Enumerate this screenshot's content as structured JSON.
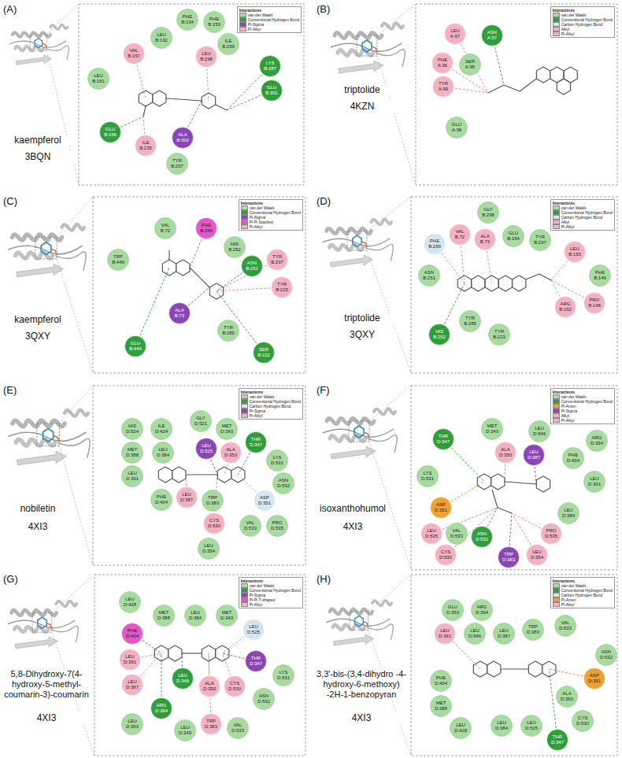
{
  "diagram": {
    "nodes": [
      {
        "text": [
          "LEU B:132"
        ]
      },
      {
        "text": [
          "PHE B:134"
        ]
      },
      {
        "text": [
          "PHE B:153"
        ]
      },
      {
        "text": [
          "ILE B:259"
        ]
      },
      {
        "text": [
          "VAL B:157"
        ]
      },
      {
        "text": [
          "LEU B:298"
        ]
      },
      {
        "text": [
          "LEU B:161"
        ]
      },
      {
        "text": [
          "LYS B:287"
        ]
      },
      {
        "text": [
          "GLU B:301"
        ]
      },
      {
        "text": [
          "GLU B:156"
        ]
      },
      {
        "text": [
          "ILE B:235"
        ]
      },
      {
        "text": [
          "ALA B:302"
        ]
      },
      {
        "text": [
          "TYR B:257"
        ]
      },
      {
        "text": [
          "LEU A:97"
        ]
      },
      {
        "text": [
          "ASN A:57"
        ]
      },
      {
        "text": [
          "PHE A:96"
        ]
      },
      {
        "text": [
          "SER A:95"
        ]
      },
      {
        "text": [
          "TYR A:99"
        ]
      },
      {
        "text": [
          "GLU A:38"
        ]
      },
      {
        "text": [
          "VAL B:72"
        ]
      },
      {
        "text": [
          "PHE B:299"
        ]
      },
      {
        "text": [
          "HIS B:252"
        ]
      },
      {
        "text": [
          "TRP B:449"
        ]
      },
      {
        "text": [
          "ASN B:251"
        ]
      },
      {
        "text": [
          "TYR B:297"
        ]
      },
      {
        "text": [
          "TYR B:223"
        ]
      },
      {
        "text": [
          "ALA B:73"
        ]
      },
      {
        "text": [
          "TYR B:285"
        ]
      },
      {
        "text": [
          "GLU B:444"
        ]
      },
      {
        "text": [
          "SER B:222"
        ]
      },
      {
        "text": [
          "GLY B:298"
        ]
      },
      {
        "text": [
          "PHE B:299"
        ]
      },
      {
        "text": [
          "VAL B:72"
        ]
      },
      {
        "text": [
          "ALA B:73"
        ]
      },
      {
        "text": [
          "GLU B:154"
        ]
      },
      {
        "text": [
          "TYR B:297"
        ]
      },
      {
        "text": [
          "LEU B:153"
        ]
      },
      {
        "text": [
          "PHE B:149"
        ]
      },
      {
        "text": [
          "ASN B:251"
        ]
      },
      {
        "text": [
          "PRO B:148"
        ]
      },
      {
        "text": [
          "ARG B:152"
        ]
      },
      {
        "text": [
          "TYR B:285"
        ]
      },
      {
        "text": [
          "TYR B:223"
        ]
      },
      {
        "text": [
          "HIS B:252"
        ]
      },
      {
        "text": [
          "HIS D:524"
        ]
      },
      {
        "text": [
          "ILE D:424"
        ]
      },
      {
        "text": [
          "GLY D:521"
        ]
      },
      {
        "text": [
          "MET D:343"
        ]
      },
      {
        "text": [
          "MET D:388"
        ]
      },
      {
        "text": [
          "LEU D:384"
        ]
      },
      {
        "text": [
          "LEU D:525"
        ]
      },
      {
        "text": [
          "ALA D:350"
        ]
      },
      {
        "text": [
          "THR D:347"
        ]
      },
      {
        "text": [
          "LEU D:391"
        ]
      },
      {
        "text": [
          "LYS D:531"
        ]
      },
      {
        "text": [
          "ASN D:532"
        ]
      },
      {
        "text": [
          "ASP D:351"
        ]
      },
      {
        "text": [
          "PHE D:404"
        ]
      },
      {
        "text": [
          "LEU D:387"
        ]
      },
      {
        "text": [
          "TRP D:383"
        ]
      },
      {
        "text": [
          "CYS D:530"
        ]
      },
      {
        "text": [
          "PRO D:535"
        ]
      },
      {
        "text": [
          "VAL D:533"
        ]
      },
      {
        "text": [
          "LEU D:354"
        ]
      },
      {
        "text": [
          "MET D:343"
        ]
      },
      {
        "text": [
          "LEU D:546"
        ]
      },
      {
        "text": [
          "ARG D:394"
        ]
      },
      {
        "text": [
          "THR D:347"
        ]
      },
      {
        "text": [
          "ALA D:350"
        ]
      },
      {
        "text": [
          "LEU D:387"
        ]
      },
      {
        "text": [
          "PHE D:404"
        ]
      },
      {
        "text": [
          "LEU D:391"
        ]
      },
      {
        "text": [
          "LYS D:531"
        ]
      },
      {
        "text": [
          "LEU D:384"
        ]
      },
      {
        "text": [
          "ASP D:351"
        ]
      },
      {
        "text": [
          "LEU D:525"
        ]
      },
      {
        "text": [
          "VAL D:533"
        ]
      },
      {
        "text": [
          "CYS D:530"
        ]
      },
      {
        "text": [
          "ASN D:532"
        ]
      },
      {
        "text": [
          "PRO D:535"
        ]
      },
      {
        "text": [
          "LEU D:354"
        ]
      },
      {
        "text": [
          "TRP D:383"
        ]
      },
      {
        "text": [
          "LEU D:428"
        ]
      },
      {
        "text": [
          "MET D:388"
        ]
      },
      {
        "text": [
          "LEU D:384"
        ]
      },
      {
        "text": [
          "MET D:343"
        ]
      },
      {
        "text": [
          "LEU D:525"
        ]
      },
      {
        "text": [
          "PHE D:404"
        ]
      },
      {
        "text": [
          "LEU D:391"
        ]
      },
      {
        "text": [
          "LEU D:387"
        ]
      },
      {
        "text": [
          "THR D:347"
        ]
      },
      {
        "text": [
          "LYS D:531"
        ]
      },
      {
        "text": [
          "LEU D:346"
        ]
      },
      {
        "text": [
          "ALA D:350"
        ]
      },
      {
        "text": [
          "CYS D:530"
        ]
      },
      {
        "text": [
          "ASN D:532"
        ]
      },
      {
        "text": [
          "LEU D:353"
        ]
      },
      {
        "text": [
          "ARG D:394"
        ]
      },
      {
        "text": [
          "LEU D:349"
        ]
      },
      {
        "text": [
          "TRP D:383"
        ]
      },
      {
        "text": [
          "VAL D:533"
        ]
      },
      {
        "text": [
          "GLU D:353"
        ]
      },
      {
        "text": [
          "ARG D:394"
        ]
      },
      {
        "text": [
          "LEU D:391"
        ]
      },
      {
        "text": [
          "LEU D:546"
        ]
      },
      {
        "text": [
          "LEU D:387"
        ]
      },
      {
        "text": [
          "TRP D:383"
        ]
      },
      {
        "text": [
          "VAL D:533"
        ]
      },
      {
        "text": [
          "ASN D:532"
        ]
      },
      {
        "text": [
          "ASP D:351"
        ]
      },
      {
        "text": [
          "PHE D:404"
        ]
      },
      {
        "text": [
          "ALA D:350"
        ]
      },
      {
        "text": [
          "MET D:388"
        ]
      },
      {
        "text": [
          "CYS D:530"
        ]
      },
      {
        "text": [
          "LEU D:428"
        ]
      },
      {
        "text": [
          "LEU D:384"
        ]
      },
      {
        "text": [
          "LEU D:525"
        ]
      },
      {
        "text": [
          "THR D:347"
        ]
      }
    ],
    "labels": [
      "(A)",
      "kaempferol",
      "3BQN",
      "Interactions",
      "(B)",
      "triptolide",
      "4KZN",
      "Interactions",
      "(C)",
      "kaempferol",
      "3QXY",
      "Interactions",
      "(D)",
      "triptolide",
      "3QXY",
      "Interactions",
      "(E)",
      "nobiletin",
      "4XI3",
      "Interactions",
      "(F)",
      "isoxanthohumol",
      "4XI3",
      "Interactions",
      "(G)",
      "5,8-Dihydroxy-7(4- hydroxy-5-methyl- coumarin-3)-coumarin",
      "4XI3",
      "Interactions",
      "(H)",
      "3,3'-bis-(3,4-dihydro -4-hydroxy-6-methoxy) -2H-1-benzopyran",
      "4XI3",
      "Interactions"
    ],
    "legend": [
      {
        "text": "van der Waals",
        "color": "#a8dba0"
      },
      {
        "text": "Conventional Hydrogen Bond",
        "color": "#2f9e3b"
      },
      {
        "text": "Pi-Sigma",
        "color": "#8b45b5"
      },
      {
        "text": "Pi-Alkyl",
        "color": "#f3b2c4"
      },
      {
        "text": "van der Waals",
        "color": "#a8dba0"
      },
      {
        "text": "Conventional Hydrogen Bond",
        "color": "#2f9e3b"
      },
      {
        "text": "Carbon Hydrogen Bond",
        "color": "#d4e6f3"
      },
      {
        "text": "Alkyl",
        "color": "#f3b2c4"
      },
      {
        "text": "Pi-Alkyl",
        "color": "#f3b2c4"
      },
      {
        "text": "van der Waals",
        "color": "#a8dba0"
      },
      {
        "text": "Conventional Hydrogen Bond",
        "color": "#2f9e3b"
      },
      {
        "text": "Pi-Sigma",
        "color": "#8b45b5"
      },
      {
        "text": "Pi-Pi Stacked",
        "color": "#e257c9"
      },
      {
        "text": "Pi-Alkyl",
        "color": "#f3b2c4"
      },
      {
        "text": "van der Waals",
        "color": "#a8dba0"
      },
      {
        "text": "Conventional Hydrogen Bond",
        "color": "#2f9e3b"
      },
      {
        "text": "Carbon Hydrogen Bond",
        "color": "#d4e6f3"
      },
      {
        "text": "Alkyl",
        "color": "#f3b2c4"
      },
      {
        "text": "Pi-Alkyl",
        "color": "#f3b2c4"
      },
      {
        "text": "van der Waals",
        "color": "#a8dba0"
      },
      {
        "text": "Conventional Hydrogen Bond",
        "color": "#2f9e3b"
      },
      {
        "text": "Carbon Hydrogen Bond",
        "color": "#d4e6f3"
      },
      {
        "text": "Pi-Sigma",
        "color": "#8b45b5"
      },
      {
        "text": "Pi-Alkyl",
        "color": "#f3b2c4"
      },
      {
        "text": "van der Waals",
        "color": "#a8dba0"
      },
      {
        "text": "Conventional Hydrogen Bond",
        "color": "#2f9e3b"
      },
      {
        "text": "Pi-Anion",
        "color": "#f0a030"
      },
      {
        "text": "Pi-Sigma",
        "color": "#8b45b5"
      },
      {
        "text": "Alkyl",
        "color": "#f3b2c4"
      },
      {
        "text": "Pi-Alkyl",
        "color": "#f3b2c4"
      },
      {
        "text": "van der Waals",
        "color": "#a8dba0"
      },
      {
        "text": "Conventional Hydrogen Bond",
        "color": "#2f9e3b"
      },
      {
        "text": "Pi-Sigma",
        "color": "#8b45b5"
      },
      {
        "text": "Pi-Pi T-shaped",
        "color": "#e257c9"
      },
      {
        "text": "Pi-Alkyl",
        "color": "#f3b2c4"
      },
      {
        "text": "van der Waals",
        "color": "#a8dba0"
      },
      {
        "text": "Conventional Hydrogen Bond",
        "color": "#2f9e3b"
      },
      {
        "text": "Carbon Hydrogen Bond",
        "color": "#d4e6f3"
      },
      {
        "text": "Pi-Anion",
        "color": "#f0a030"
      },
      {
        "text": "Pi-Alkyl",
        "color": "#f3b2c4"
      }
    ]
  }
}
